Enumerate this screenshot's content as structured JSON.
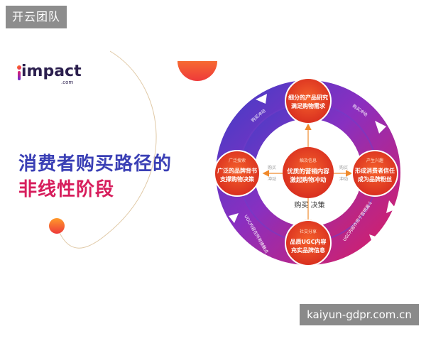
{
  "watermarks": {
    "top_left": "开云团队",
    "bottom_right": "kaiyun-gdpr.com.cn"
  },
  "logo": {
    "word": "impact",
    "sub": ".com"
  },
  "title": {
    "line1": "消费者购买路径的",
    "line2": "非线性阶段"
  },
  "center": {
    "line1": "优质的营销内容",
    "line2": "激起购物冲动",
    "tag": "触及信息"
  },
  "nodes": {
    "top": {
      "line1": "细分的产品研究",
      "line2": "满足购物需求"
    },
    "right": {
      "tag": "产生兴趣",
      "line1": "形成消费者信任",
      "line2": "成为品牌粉丝"
    },
    "bottom": {
      "tag": "社交分享",
      "line1": "品质UGC内容",
      "line2": "充实品牌信息"
    },
    "left": {
      "tag": "广泛搜索",
      "line1": "广泛的品牌背书",
      "line2": "支撑购物决策"
    }
  },
  "connectors": {
    "left": {
      "line1": "购买",
      "line2": "冲动"
    },
    "right": {
      "line1": "购买",
      "line2": "冲动"
    },
    "decision": "购买 决策"
  },
  "ring_labels": {
    "top_left": "购买冲动",
    "top_right": "购买冲动",
    "bottom_left": "UGC内容在所有接触点",
    "bottom_right": "UGC内容作用于营销漏斗"
  },
  "colors": {
    "blue": "#3a3fb5",
    "magenta": "#d71d5c",
    "orange": "#f26a21",
    "purple": "#7d2fbf"
  }
}
